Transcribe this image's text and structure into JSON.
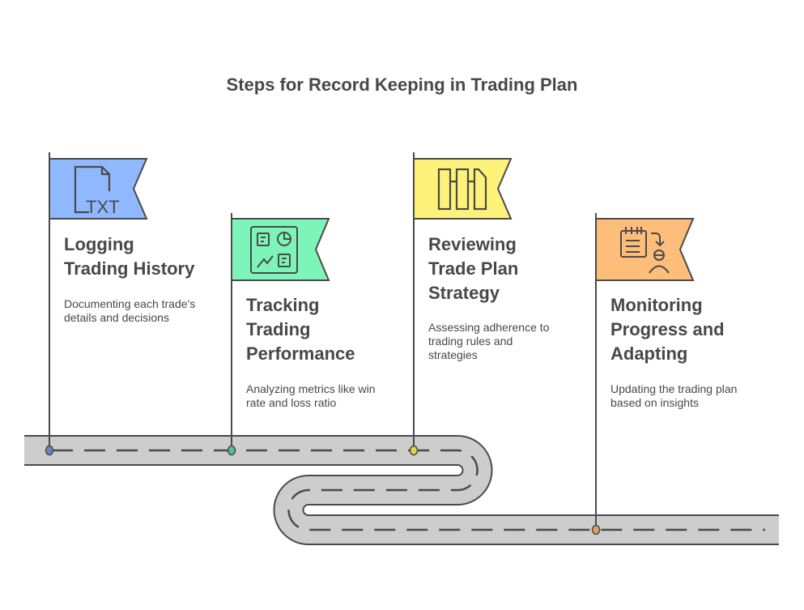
{
  "title": "Steps for Record Keeping in Trading Plan",
  "steps": [
    {
      "heading_lines": [
        "Logging",
        "Trading History"
      ],
      "description_lines": [
        "Documenting each trade's",
        "details and decisions"
      ],
      "icon": "txt-file-icon",
      "color": "#8fb8ff",
      "icon_text": "TXT"
    },
    {
      "heading_lines": [
        "Tracking",
        "Trading",
        "Performance"
      ],
      "description_lines": [
        "Analyzing metrics like win",
        "rate and loss ratio"
      ],
      "icon": "dashboard-icon",
      "color": "#7ef5b8"
    },
    {
      "heading_lines": [
        "Reviewing",
        "Trade Plan",
        "Strategy"
      ],
      "description_lines": [
        "Assessing adherence to",
        "trading rules and",
        "strategies"
      ],
      "icon": "binder-icon",
      "color": "#fff27a"
    },
    {
      "heading_lines": [
        "Monitoring",
        "Progress and",
        "Adapting"
      ],
      "description_lines": [
        "Updating the trading plan",
        "based on insights"
      ],
      "icon": "notepad-user-icon",
      "color": "#ffbd7a"
    }
  ],
  "pin_colors": [
    "#6a84c0",
    "#4fc48c",
    "#e8d24a",
    "#e0a060"
  ]
}
